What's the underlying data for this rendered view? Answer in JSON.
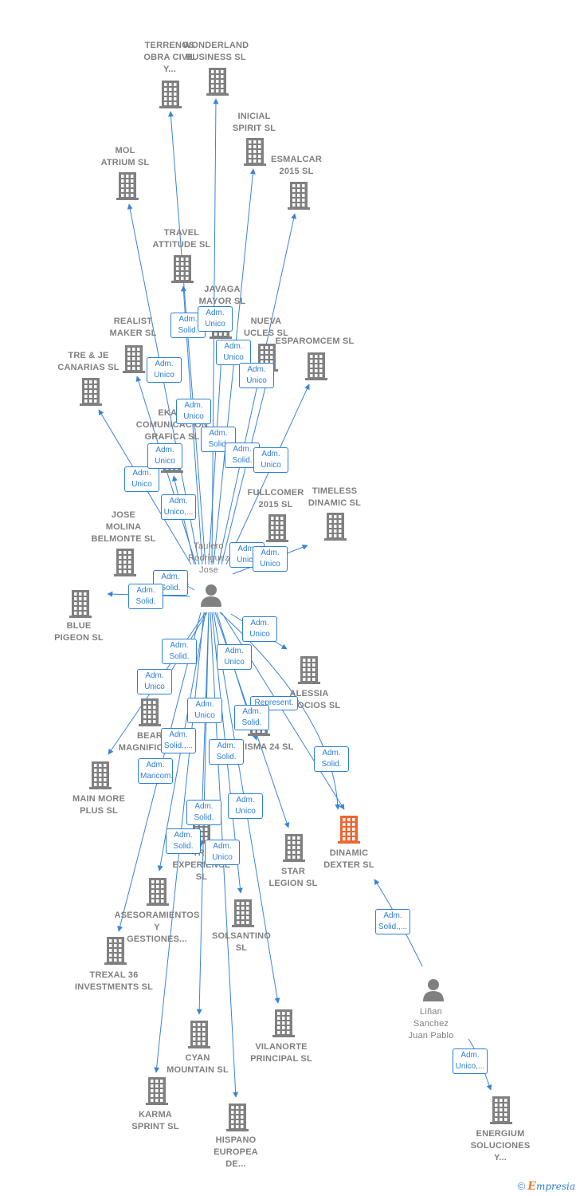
{
  "colors": {
    "edge": "#3a84d8",
    "company": "#808080",
    "focus_company": "#f0652e",
    "person": "#808080"
  },
  "nodes": [
    {
      "id": "terrenos",
      "type": "company",
      "label": "TERRENOS\nOBRA CIVIL\nY..."
    },
    {
      "id": "wonderland",
      "type": "company",
      "label": "WONDERLAND\nBUSINESS  SL"
    },
    {
      "id": "inicial",
      "type": "company",
      "label": "INICIAL\nSPIRIT  SL"
    },
    {
      "id": "esmalcar",
      "type": "company",
      "label": "ESMALCAR\n2015  SL"
    },
    {
      "id": "mol",
      "type": "company",
      "label": "MOL\nATRIUM  SL"
    },
    {
      "id": "travel",
      "type": "company",
      "label": "TRAVEL\nATTITUDE  SL"
    },
    {
      "id": "javaga",
      "type": "company",
      "label": "JAVAGA\nMAYOR  SL"
    },
    {
      "id": "realist",
      "type": "company",
      "label": "REALIST\nMAKER  SL"
    },
    {
      "id": "nueva",
      "type": "company",
      "label": "NUEVA\nUCLES  SL"
    },
    {
      "id": "esparomcem",
      "type": "company",
      "label": "ESPAROMCEM SL"
    },
    {
      "id": "treje",
      "type": "company",
      "label": "TRE & JE\nCANARIAS  SL"
    },
    {
      "id": "ekain",
      "type": "company",
      "label": "EKAIN\nCOMUNICACION\nGRAFICA  SL"
    },
    {
      "id": "fullcomer",
      "type": "company",
      "label": "FULLCOMER\n2015  SL"
    },
    {
      "id": "timeless",
      "type": "company",
      "label": "TIMELESS\nDINAMIC  SL"
    },
    {
      "id": "jose",
      "type": "company",
      "label": "JOSE\nMOLINA\nBELMONTE  SL"
    },
    {
      "id": "blue",
      "type": "company",
      "label": "BLUE\nPIGEON  SL"
    },
    {
      "id": "taulero",
      "type": "person",
      "label": "Taulero\nRodriguez\nJose"
    },
    {
      "id": "alessia",
      "type": "company",
      "label": "ALESSIA\nNEGOCIOS  SL"
    },
    {
      "id": "bear",
      "type": "company",
      "label": "BEAR\nMAGNIFICENT"
    },
    {
      "id": "prisma",
      "type": "company",
      "label": "PRISMA 24 SL"
    },
    {
      "id": "mainmore",
      "type": "company",
      "label": "MAIN MORE\nPLUS  SL"
    },
    {
      "id": "dinamic",
      "type": "focus",
      "label": "DINAMIC\nDEXTER  SL"
    },
    {
      "id": "star",
      "type": "company",
      "label": "STAR\nLEGION  SL"
    },
    {
      "id": "experience",
      "type": "company",
      "label": "TRY\nEXPERIENCE\nSL"
    },
    {
      "id": "asesoramientos",
      "type": "company",
      "label": "ASESORAMIENTOS\nY\nGESTIONES..."
    },
    {
      "id": "solsantino",
      "type": "company",
      "label": "SOLSANTINO\nSL"
    },
    {
      "id": "trexal",
      "type": "company",
      "label": "TREXAL 36\nINVESTMENTS SL"
    },
    {
      "id": "linan",
      "type": "person",
      "label": "Liñan\nSanchez\nJuan Pablo"
    },
    {
      "id": "cyan",
      "type": "company",
      "label": "CYAN\nMOUNTAIN  SL"
    },
    {
      "id": "vilanorte",
      "type": "company",
      "label": "VILANORTE\nPRINCIPAL  SL"
    },
    {
      "id": "karma",
      "type": "company",
      "label": "KARMA\nSPRINT  SL"
    },
    {
      "id": "hispano",
      "type": "company",
      "label": "HISPANO\nEUROPEA\nDE..."
    },
    {
      "id": "energium",
      "type": "company",
      "label": "ENERGIUM\nSOLUCIONES\nY..."
    }
  ],
  "relations": [
    {
      "from": "taulero",
      "to": "terrenos",
      "label": "Adm.\nSolid."
    },
    {
      "from": "taulero",
      "to": "wonderland",
      "label": "Adm.\nUnico"
    },
    {
      "from": "taulero",
      "to": "inicial",
      "label": "Adm.\nUnico"
    },
    {
      "from": "taulero",
      "to": "esmalcar",
      "label": "Adm.\nUnico"
    },
    {
      "from": "taulero",
      "to": "mol",
      "label": "Adm.\nUnico"
    },
    {
      "from": "taulero",
      "to": "travel",
      "label": "Adm.\nUnico"
    },
    {
      "from": "taulero",
      "to": "javaga",
      "label": "Adm.\nSolid."
    },
    {
      "from": "taulero",
      "to": "realist",
      "label": "Adm.\nUnico"
    },
    {
      "from": "taulero",
      "to": "nueva",
      "label": "Adm.\nSolid."
    },
    {
      "from": "taulero",
      "to": "esparomcem",
      "label": "Adm.\nUnico"
    },
    {
      "from": "taulero",
      "to": "treje",
      "label": "Adm.\nUnico"
    },
    {
      "from": "taulero",
      "to": "ekain",
      "label": "Adm.\nUnico,..."
    },
    {
      "from": "taulero",
      "to": "fullcomer",
      "label": "Adm.\nUnico"
    },
    {
      "from": "taulero",
      "to": "timeless",
      "label": "Adm.\nUnico"
    },
    {
      "from": "taulero",
      "to": "jose",
      "label": "Adm.\nSolid."
    },
    {
      "from": "taulero",
      "to": "blue",
      "label": "Adm.\nSolid."
    },
    {
      "from": "taulero",
      "to": "alessia",
      "label": "Adm.\nUnico"
    },
    {
      "from": "taulero",
      "to": "bear",
      "label": "Adm.\nSolid."
    },
    {
      "from": "taulero",
      "to": "prisma",
      "label": "Adm.\nUnico"
    },
    {
      "from": "taulero",
      "to": "mainmore",
      "label": "Adm.\nUnico"
    },
    {
      "from": "taulero",
      "to": "dinamic",
      "label": "Represent."
    },
    {
      "from": "taulero",
      "to": "dinamic",
      "label": "Adm.\nSolid."
    },
    {
      "from": "taulero",
      "to": "star",
      "label": "Adm.\nSolid."
    },
    {
      "from": "taulero",
      "to": "experience",
      "label": "Adm.\nUnico"
    },
    {
      "from": "taulero",
      "to": "asesoramientos",
      "label": "Adm.\nSolid.,..."
    },
    {
      "from": "taulero",
      "to": "solsantino",
      "label": "Adm.\nSolid."
    },
    {
      "from": "taulero",
      "to": "trexal",
      "label": "Adm.\nMancom."
    },
    {
      "from": "taulero",
      "to": "cyan",
      "label": "Adm.\nSolid."
    },
    {
      "from": "taulero",
      "to": "vilanorte",
      "label": "Adm.\nUnico"
    },
    {
      "from": "taulero",
      "to": "karma",
      "label": "Adm.\nSolid."
    },
    {
      "from": "taulero",
      "to": "hispano",
      "label": "Adm.\nUnico"
    },
    {
      "from": "linan",
      "to": "dinamic",
      "label": "Adm.\nSolid.,..."
    },
    {
      "from": "linan",
      "to": "energium",
      "label": "Adm.\nUnico,..."
    }
  ],
  "footer": {
    "copyright": "©",
    "brand_initial": "E",
    "brand_rest": "mpresia"
  }
}
